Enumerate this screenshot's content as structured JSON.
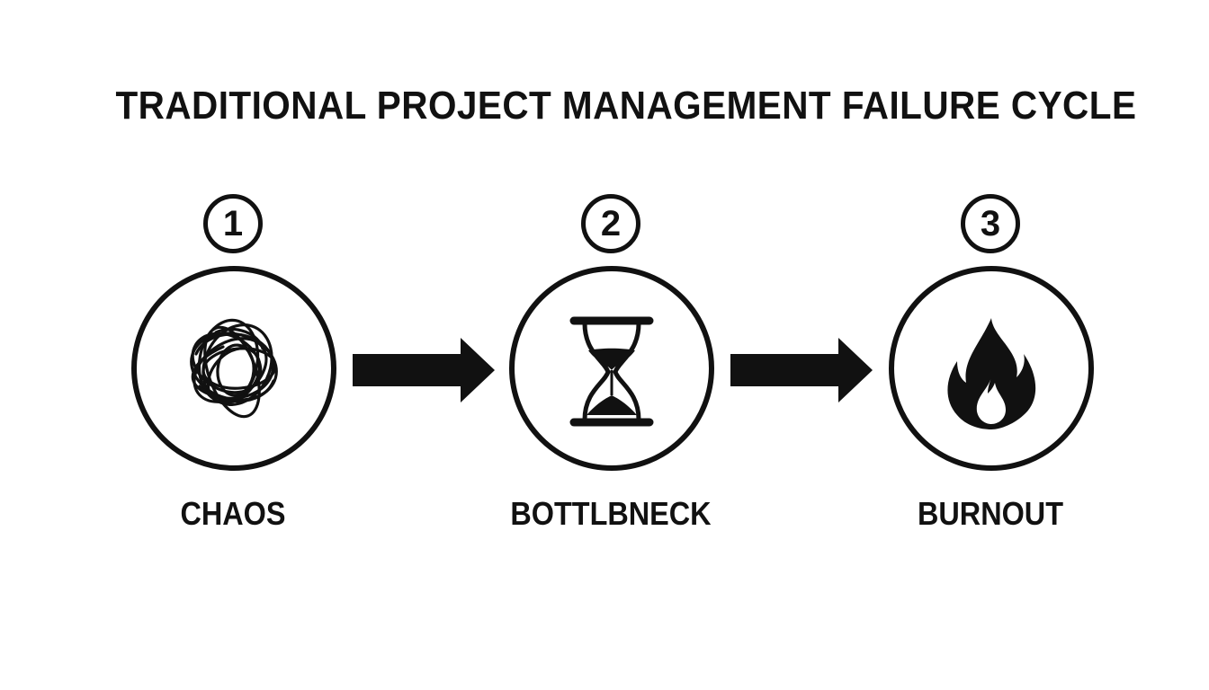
{
  "title": "TRADITIONAL PROJECT MANAGEMENT FAILURE CYCLE",
  "steps": [
    {
      "number": "1",
      "label": "CHAOS",
      "icon": "tangled-scribble-icon"
    },
    {
      "number": "2",
      "label": "BOTTLBNECK",
      "icon": "hourglass-icon"
    },
    {
      "number": "3",
      "label": "BURNOUT",
      "icon": "flame-icon"
    }
  ],
  "connectors": [
    {
      "from": "1",
      "to": "2",
      "icon": "arrow-right-icon"
    },
    {
      "from": "2",
      "to": "3",
      "icon": "arrow-right-icon"
    }
  ],
  "colors": {
    "foreground": "#111111",
    "background": "#ffffff"
  }
}
